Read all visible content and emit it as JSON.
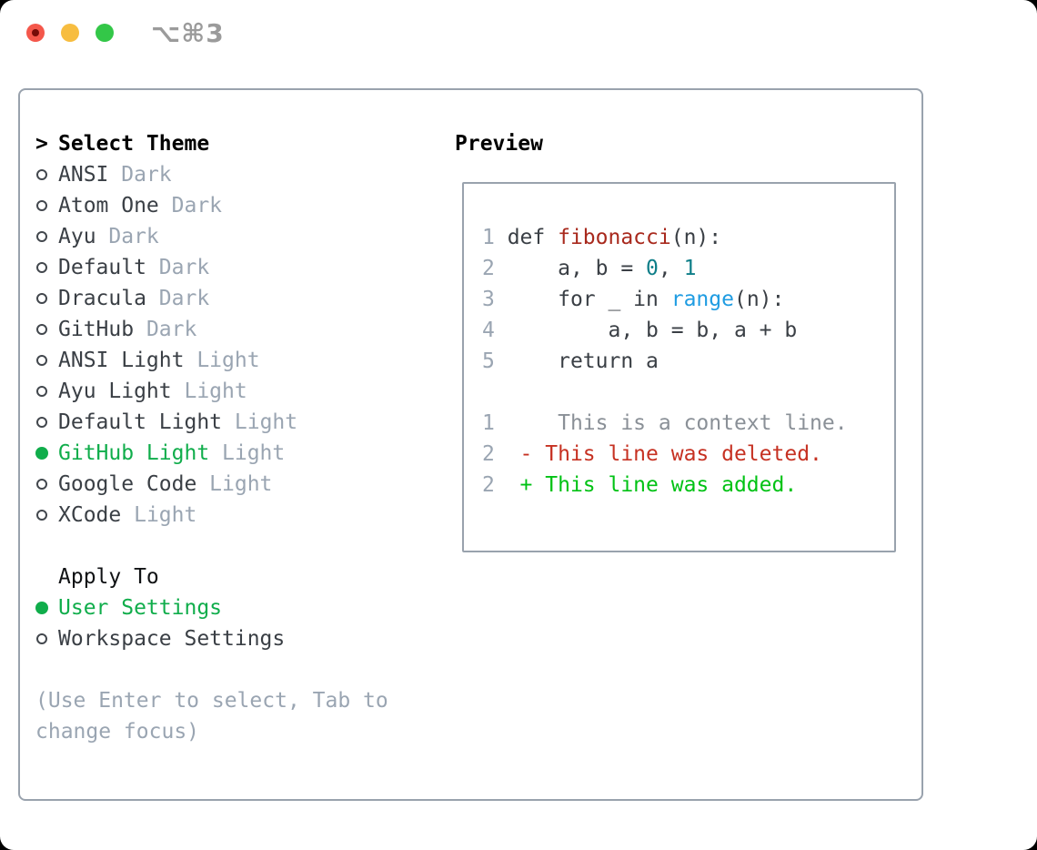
{
  "titlebar": {
    "shortcut": "⌥⌘3",
    "lights": [
      {
        "name": "close",
        "color": "#f4574b",
        "inner_dot": "#750c08"
      },
      {
        "name": "minimize",
        "color": "#f7bd40",
        "inner_dot": null
      },
      {
        "name": "zoom",
        "color": "#33c748",
        "inner_dot": null
      }
    ]
  },
  "theme_panel": {
    "title_prefix": ">",
    "title": "Select Theme",
    "items": [
      {
        "name": "ANSI",
        "variant": "Dark",
        "selected": false
      },
      {
        "name": "Atom One",
        "variant": "Dark",
        "selected": false
      },
      {
        "name": "Ayu",
        "variant": "Dark",
        "selected": false
      },
      {
        "name": "Default",
        "variant": "Dark",
        "selected": false
      },
      {
        "name": "Dracula",
        "variant": "Dark",
        "selected": false
      },
      {
        "name": "GitHub",
        "variant": "Dark",
        "selected": false
      },
      {
        "name": "ANSI Light",
        "variant": "Light",
        "selected": false
      },
      {
        "name": "Ayu Light",
        "variant": "Light",
        "selected": false
      },
      {
        "name": "Default Light",
        "variant": "Light",
        "selected": false
      },
      {
        "name": "GitHub Light",
        "variant": "Light",
        "selected": true
      },
      {
        "name": "Google Code",
        "variant": "Light",
        "selected": false
      },
      {
        "name": "XCode",
        "variant": "Light",
        "selected": false
      }
    ],
    "apply_to": {
      "title": "Apply To",
      "options": [
        {
          "label": "User Settings",
          "selected": true
        },
        {
          "label": "Workspace Settings",
          "selected": false
        }
      ]
    },
    "hint_lines": [
      "(Use Enter to select, Tab to",
      "change focus)"
    ]
  },
  "preview": {
    "title": "Preview",
    "code_lines": [
      {
        "num": "1",
        "tokens": [
          {
            "t": "def ",
            "c": "fg"
          },
          {
            "t": "fibonacci",
            "c": "func"
          },
          {
            "t": "(n):",
            "c": "fg"
          }
        ]
      },
      {
        "num": "2",
        "tokens": [
          {
            "t": "    a, b = ",
            "c": "fg"
          },
          {
            "t": "0",
            "c": "num"
          },
          {
            "t": ", ",
            "c": "fg"
          },
          {
            "t": "1",
            "c": "num"
          }
        ]
      },
      {
        "num": "3",
        "tokens": [
          {
            "t": "    for _ in ",
            "c": "fg"
          },
          {
            "t": "range",
            "c": "builtin"
          },
          {
            "t": "(n):",
            "c": "fg"
          }
        ]
      },
      {
        "num": "4",
        "tokens": [
          {
            "t": "        a, b = b, a + b",
            "c": "fg"
          }
        ]
      },
      {
        "num": "5",
        "tokens": [
          {
            "t": "    return a",
            "c": "fg"
          }
        ]
      },
      {
        "num": "",
        "tokens": []
      },
      {
        "num": "1",
        "tokens": [
          {
            "t": "    This is a context line.",
            "c": "ctx"
          }
        ]
      },
      {
        "num": "2",
        "tokens": [
          {
            "t": " - This line was deleted.",
            "c": "del"
          }
        ]
      },
      {
        "num": "2",
        "tokens": [
          {
            "t": " + This line was added.",
            "c": "add"
          }
        ]
      }
    ]
  },
  "colors": {
    "border": "#99a2ad",
    "fg": "#3a3f45",
    "muted": "#9aa5b2",
    "select": "#10ad4b",
    "func": "#a8291d",
    "number": "#0e7e88",
    "builtin": "#1f9ce2",
    "ctx": "#8a9097",
    "del": "#c63122",
    "add": "#00c214"
  }
}
